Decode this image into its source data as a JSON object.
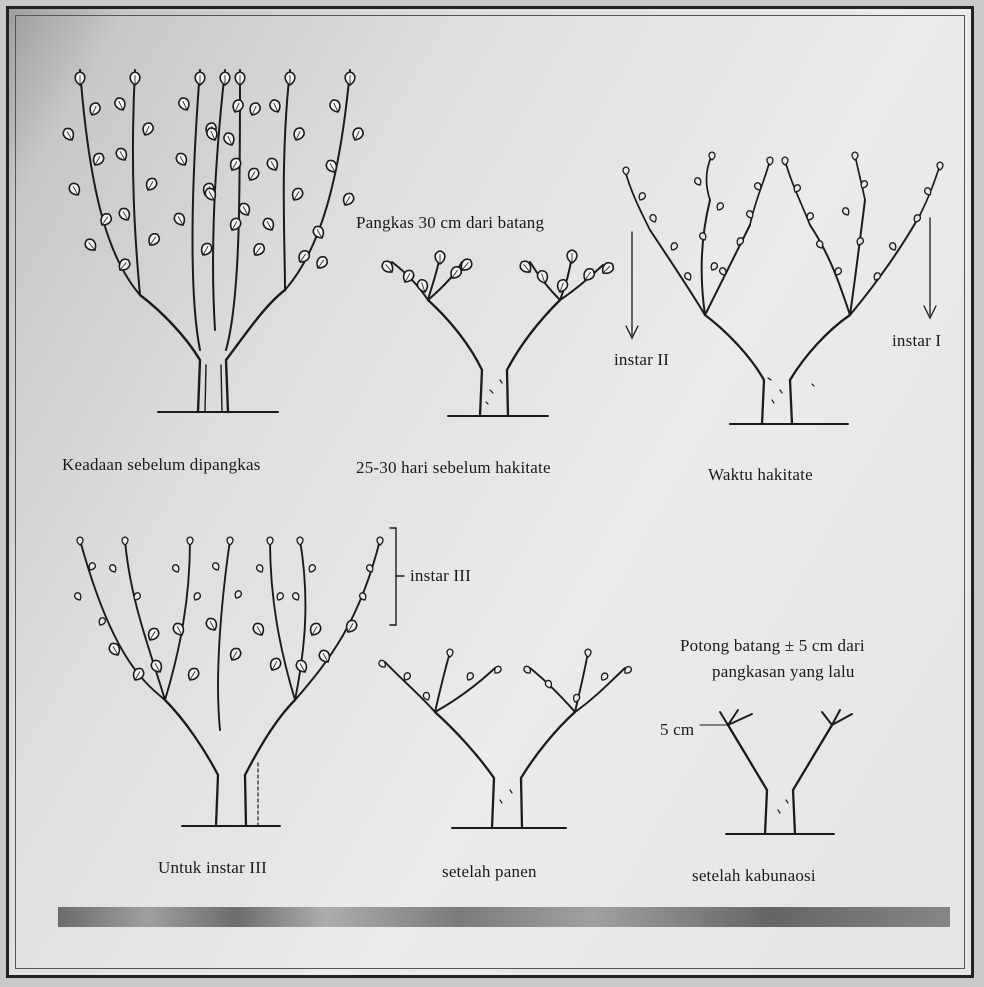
{
  "figure": {
    "cutting_note": "Pangkas 30 cm dari batang",
    "instar_labels": {
      "instar_2": "instar II",
      "instar_1": "instar I",
      "instar_3": "instar III"
    },
    "cut_note_line1": "Potong batang ± 5 cm dari",
    "cut_note_line2": "pangkasan yang lalu",
    "stub_label": "5 cm",
    "captions": {
      "before_pruning": "Keadaan sebelum dipangkas",
      "days_before": "25-30 hari sebelum hakitate",
      "hakitate": "Waktu hakitate",
      "for_instar_3": "Untuk instar III",
      "after_harvest": "setelah panen",
      "after_kabunaosi": "setelah kabunaosi"
    }
  }
}
